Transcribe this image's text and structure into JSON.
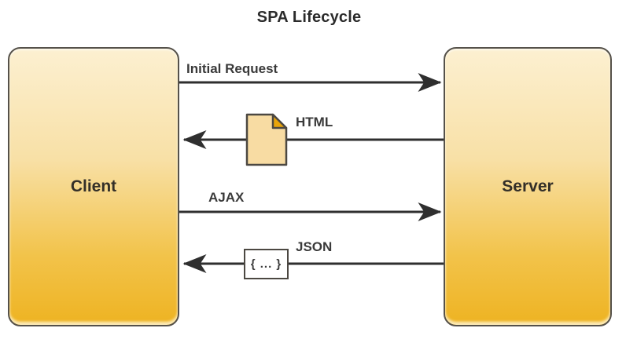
{
  "title": "SPA Lifecycle",
  "nodes": {
    "client": {
      "label": "Client"
    },
    "server": {
      "label": "Server"
    }
  },
  "flows": [
    {
      "label": "Initial Request",
      "from": "client",
      "to": "server",
      "icon": null
    },
    {
      "label": "HTML",
      "from": "server",
      "to": "client",
      "icon": "document-icon"
    },
    {
      "label": "AJAX",
      "from": "client",
      "to": "server",
      "icon": null
    },
    {
      "label": "JSON",
      "from": "server",
      "to": "client",
      "icon": "json-braces-icon",
      "icon_text": "{ ... }"
    }
  ],
  "colors": {
    "node_gradient_top": "#FCF0D1",
    "node_gradient_bottom": "#EEB322",
    "node_border": "#55514a",
    "arrow": "#2f2f2f",
    "label_text": "#3a3a3a",
    "document_fill": "#F8DCA3",
    "document_fold": "#E9A40A"
  }
}
